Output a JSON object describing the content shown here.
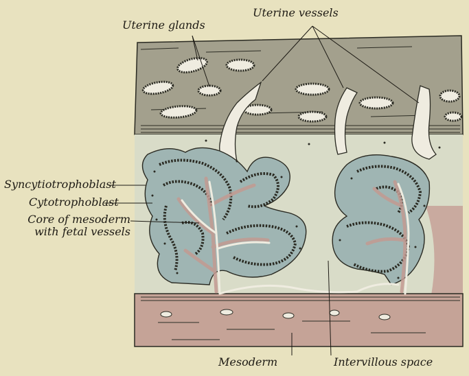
{
  "labels": {
    "uterine_glands": "Uterine glands",
    "uterine_vessels": "Uterine vessels",
    "syncytiotrophoblast": "Syncytiotrophoblast",
    "cytotrophoblast": "Cytotrophoblast",
    "core_line1": "Core of mesoderm",
    "core_line2": "with fetal vessels",
    "mesoderm": "Mesoderm",
    "intervillous_space": "Intervillous space"
  },
  "colors": {
    "background": "#e8e2bf",
    "decidua": "#a3a08d",
    "villus_trophoblast": "#9fb5b3",
    "mesoderm_pink": "#c39a92",
    "intervillous": "#d9dcc8",
    "vessels": "#efece0",
    "ink": "#1d1a14"
  }
}
